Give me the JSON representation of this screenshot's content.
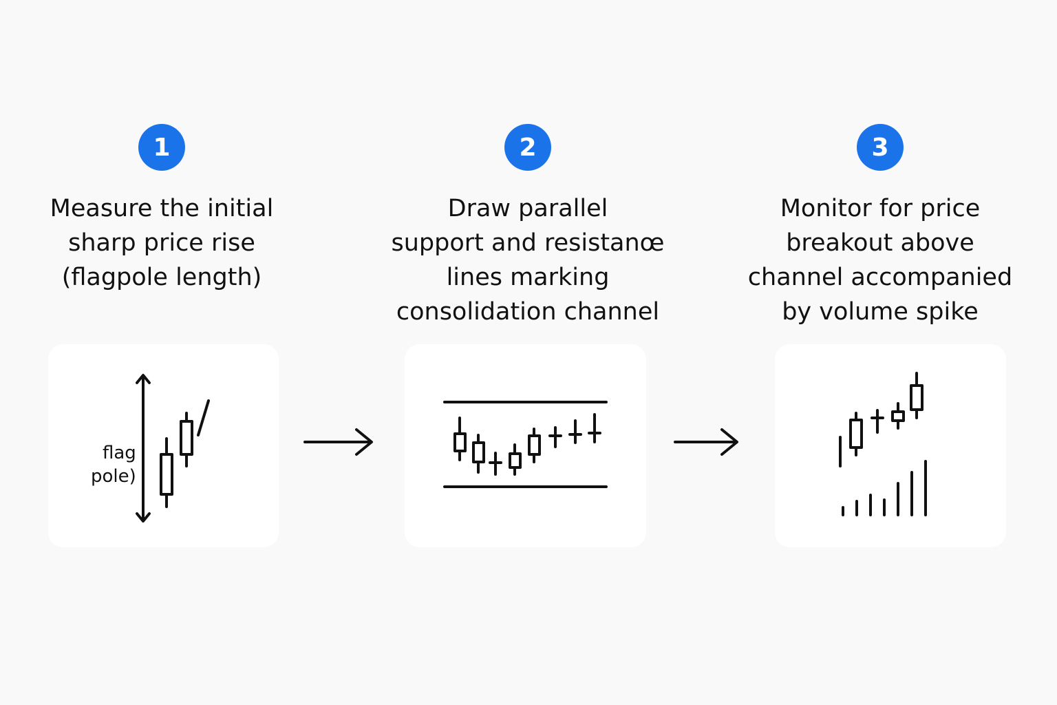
{
  "accent_color": "#1a73e8",
  "ink_color": "#111111",
  "steps": [
    {
      "number": "1",
      "title_lines": [
        "Measure the initial",
        "sharp price rise",
        "(flagpole length)"
      ],
      "icon": "flagpole-measure-icon",
      "pole_label_lines": [
        "flag",
        "pole)"
      ]
    },
    {
      "number": "2",
      "title_lines": [
        "Draw parallel",
        "support and resistanœ",
        "lines marking",
        "consolidation channel"
      ],
      "icon": "consolidation-channel-icon"
    },
    {
      "number": "3",
      "title_lines": [
        "Monitor for price",
        "breakout above",
        "channel accompanied",
        "by volume spike"
      ],
      "icon": "breakout-volume-icon"
    }
  ],
  "connectors": [
    "right-arrow-icon",
    "right-arrow-icon"
  ]
}
